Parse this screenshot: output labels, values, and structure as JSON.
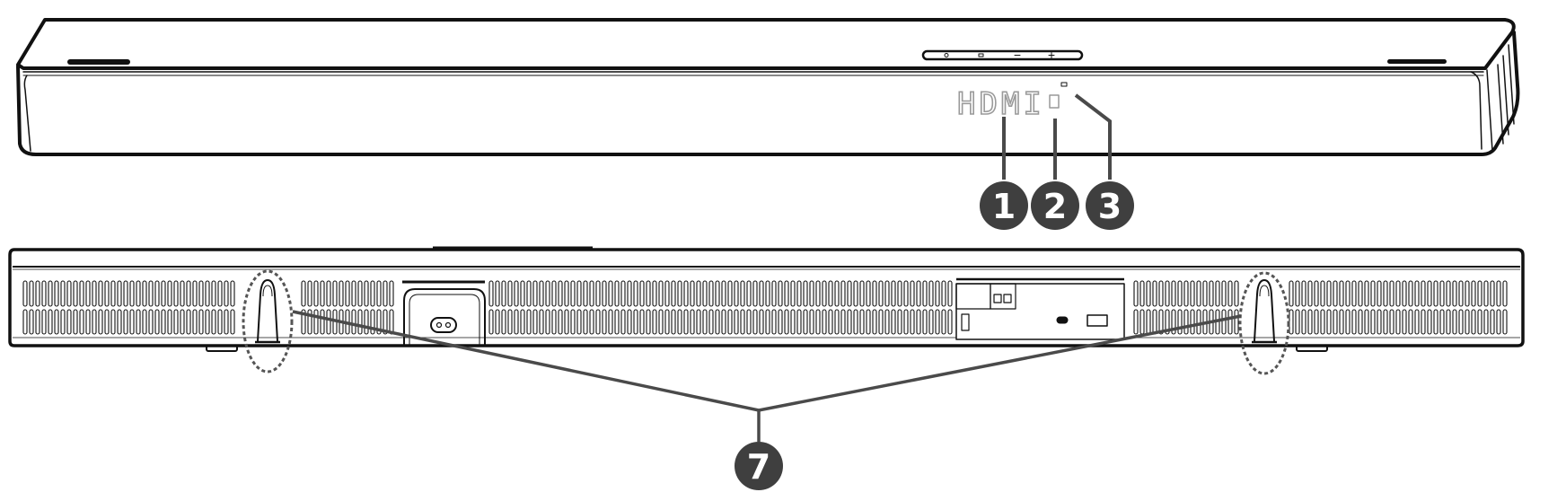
{
  "front_view": {
    "display_text": "HDMI",
    "callouts": [
      {
        "number": "1"
      },
      {
        "number": "2"
      },
      {
        "number": "3"
      }
    ]
  },
  "rear_view": {
    "callouts": [
      {
        "number": "7"
      }
    ]
  },
  "colors": {
    "outline": "#111111",
    "callout_fill": "#3f3f3f",
    "leader_line": "#4a4a4a",
    "display_text": "#9a9a9a"
  }
}
